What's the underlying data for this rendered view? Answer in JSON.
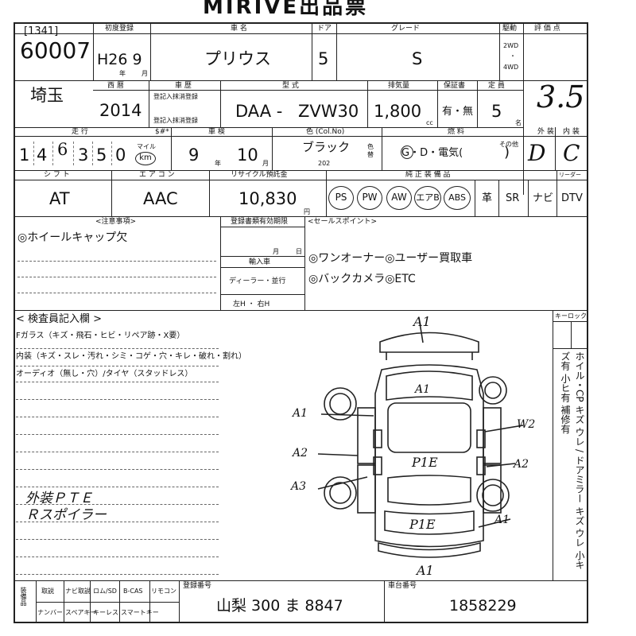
{
  "title": "MIRIVE出品票",
  "lot": {
    "code": "[1341]",
    "number": "60007"
  },
  "header_labels": {
    "registration": "初度登録",
    "name": "車 名",
    "doors": "ドア",
    "grade": "グレード",
    "drive": "駆動",
    "score": "評 価 点",
    "western": "西 暦",
    "history": "車 歴",
    "model": "型 式",
    "displacement": "排気量",
    "warranty": "保証書",
    "capacity": "定 員",
    "mileage": "走 行",
    "meter": "$#*",
    "inspection": "車 検",
    "color": "色 (Col.No)",
    "fuel": "燃 料",
    "exterior": "外 装",
    "interior": "内 装",
    "shift": "シ フ ト",
    "aircon": "エ ア コ ン",
    "recycle": "リサイクル預託金",
    "equipment": "純 正 装 備 品",
    "remarks": "<注意事項>",
    "reg_doc": "登録書類有効期限",
    "sales_point": "<セールスポイント>",
    "inspector": "< 検査員記入欄 >",
    "keylock": "キーロック",
    "plate": "登録番号",
    "chassis": "車台番号",
    "accessories": "装備品",
    "ushio": "リーダー",
    "year_unit": "年",
    "month_unit": "月",
    "day_unit": "日"
  },
  "vehicle": {
    "registration": "H26 9",
    "name": "プリウス",
    "doors": "5",
    "grade": "S",
    "drive_2wd": "2WD",
    "drive_4wd": "4WD",
    "score": "3.5",
    "year_western": "2014",
    "model_prefix": "DAA -",
    "model": "ZVW30",
    "displacement": "1,800",
    "cc": "cc",
    "warranty": "有・無",
    "capacity": "5",
    "capacity_unit": "名",
    "mileage_digits": [
      "1",
      "4",
      "6",
      "3",
      "5",
      "0"
    ],
    "mileage_unit": "km",
    "inspection_year": "9",
    "inspection_month": "10",
    "color": "ブラック",
    "color_no": "202",
    "fuel": "G・D・電気(",
    "fuel_close": ")",
    "fuel_other": "その他",
    "exterior_score": "D",
    "interior_score": "C",
    "shift": "AT",
    "aircon": "AAC",
    "recycle": "10,830",
    "recycle_unit": "円",
    "equipment_circled": [
      "PS",
      "PW",
      "AW",
      "エアB",
      "ABS"
    ],
    "equipment_plain": [
      "革",
      "SR",
      "ナビ",
      "DTV"
    ]
  },
  "remarks": {
    "line1": "◎ホイールキャップ欠",
    "reg_date_month": "月",
    "reg_date_day": "日",
    "import_label": "輸入車",
    "dealer": "ディーラー・並行",
    "steering": "左H ・ 右H",
    "sales1": "◎ワンオーナー◎ユーザー買取車",
    "sales2": "◎バックカメラ◎ETC"
  },
  "inspector": {
    "line1": "Fガラス（キズ・飛石・ヒビ・リペア跡・X要）",
    "line2": "内装（キズ・スレ・汚れ・シミ・コゲ・穴・キレ・破れ・割れ）",
    "line3": "オーディオ（無し・穴）/タイヤ（スタッドレス）",
    "note1": "外装ＰＴＥ",
    "note2": "Ｒスポイラー"
  },
  "diagram_marks": {
    "top": "A1",
    "roof": "A1",
    "left_front": "A1",
    "left_mid": "A2",
    "left_rear": "A3",
    "right_front": "W2",
    "right_rear": "A2",
    "rear_right": "A1",
    "center": "P1E",
    "lower_center": "P1E",
    "bottom": "A1"
  },
  "side_note": "ホイル・CP キズ ウレ / ドアミラー キズ ウレ 小キズ有 小ヒ有 補修有",
  "footer": {
    "col_label_a": "装備品",
    "items_row1": [
      "取説",
      "ナビ取説",
      "ロム/SD",
      "B-CAS",
      "リモコン"
    ],
    "items_row2": [
      "ナンバー",
      "スペアキー",
      "キーレス",
      "スマートキー"
    ],
    "plate_value": "山梨 300 ま 8847",
    "chassis_value": "1858229"
  }
}
